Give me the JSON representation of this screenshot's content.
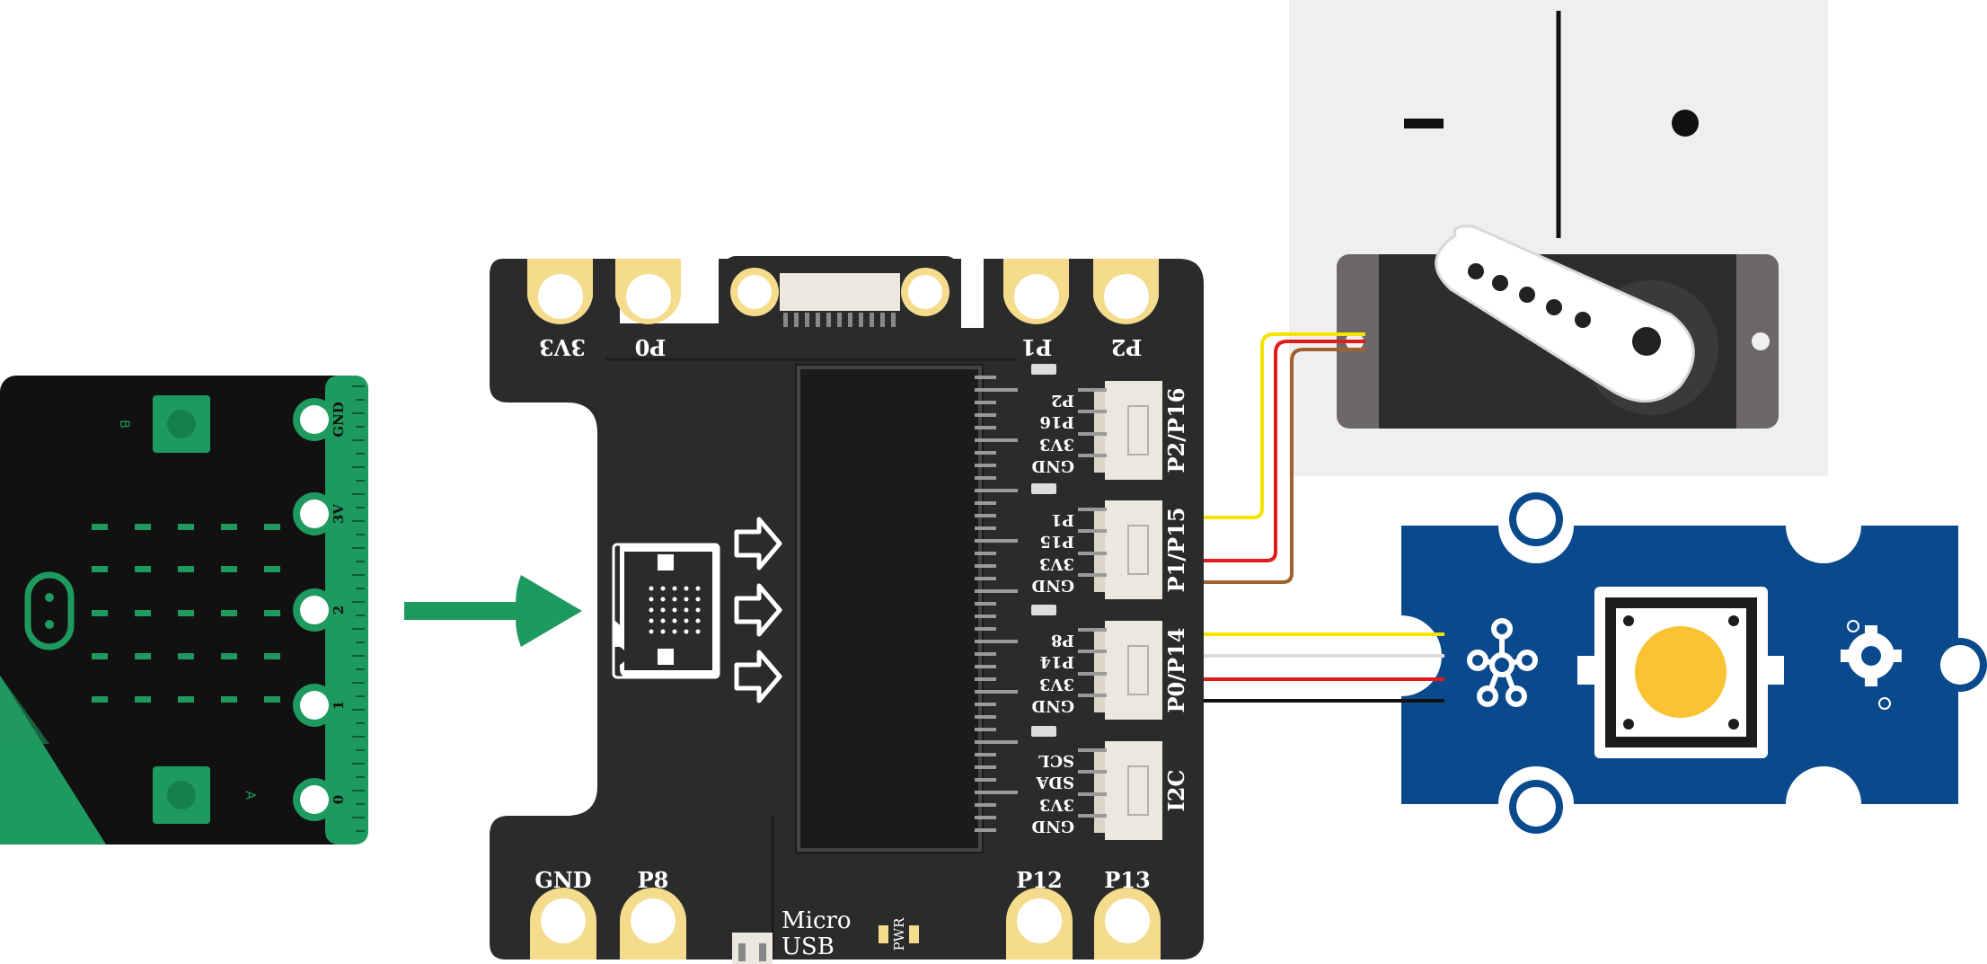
{
  "colors": {
    "board_black": "#2b2b2b",
    "pad_gold": "#f4dc8c",
    "connector_cream": "#ece8df",
    "microbit_green": "#1f9a5f",
    "microbit_black": "#111111",
    "button_blue": "#0a4a8c",
    "button_yellow": "#fbc233",
    "servo_bg": "#efefef",
    "servo_body": "#2d2d2d",
    "servo_tab": "#6d6868",
    "arrow_green": "#1f9a5f",
    "wire_yellow": "#f5e400",
    "wire_red": "#e21b1b",
    "wire_brown": "#a0612d",
    "wire_white": "#dddddd",
    "wire_black": "#111111"
  },
  "microbit": {
    "edge_labels": [
      "GND",
      "3V",
      "2",
      "1",
      "0"
    ],
    "button_a": "A",
    "button_b": "B"
  },
  "expansion_board": {
    "top_pads": [
      "3V3",
      "P0",
      "P1",
      "P2"
    ],
    "bottom_pads": [
      "GND",
      "P8",
      "P12",
      "P13"
    ],
    "usb_label_1": "Micro",
    "usb_label_2": "USB",
    "pwr_label": "PWR",
    "ports": [
      {
        "name": "P2/P16",
        "pins": [
          "P2",
          "P16",
          "3V3",
          "GND"
        ]
      },
      {
        "name": "P1/P15",
        "pins": [
          "P1",
          "P15",
          "3V3",
          "GND"
        ]
      },
      {
        "name": "P0/P14",
        "pins": [
          "P8",
          "P14",
          "3V3",
          "GND"
        ]
      },
      {
        "name": "I2C",
        "pins": [
          "SCL",
          "SDA",
          "3V3",
          "GND"
        ]
      }
    ]
  },
  "servo": {
    "minus_icon": "minus-mark-icon",
    "dot_icon": "dot-mark-icon"
  },
  "button_module": {
    "icons": [
      "flower-logo-icon",
      "gear-logo-icon"
    ]
  }
}
